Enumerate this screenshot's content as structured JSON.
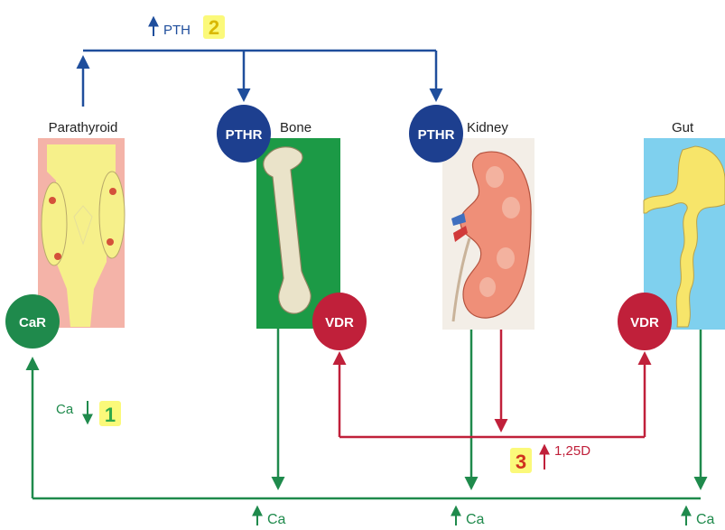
{
  "colors": {
    "pth_blue": "#1f4e9c",
    "receptor_blue": "#1d3f8f",
    "calcium_green": "#1f8a4c",
    "vdr_red": "#c0203a",
    "bone_green": "#1c9a46",
    "parathyroid_pink": "#f4b3a8",
    "parathyroid_yellow": "#f6f08a",
    "gut_blue": "#7fd0ee",
    "gut_yellow": "#f7e56a",
    "kidney_bg": "#f3eee7",
    "highlight_yellow": "#fbf97a"
  },
  "organs": {
    "parathyroid": "Parathyroid",
    "bone": "Bone",
    "kidney": "Kidney",
    "gut": "Gut"
  },
  "receptors": {
    "car": "CaR",
    "pthr_bone": "PTHR",
    "pthr_kidney": "PTHR",
    "vdr_bone": "VDR",
    "vdr_gut": "VDR"
  },
  "labels": {
    "pth": "PTH",
    "ca_low": "Ca",
    "ca_bone": "Ca",
    "ca_kidney": "Ca",
    "ca_gut": "Ca",
    "vitd": "1,25D"
  },
  "steps": {
    "step1": "1",
    "step2": "2",
    "step3": "3"
  },
  "icons": {
    "up_arrow": "up-arrow-icon",
    "down_arrow": "down-arrow-icon"
  }
}
